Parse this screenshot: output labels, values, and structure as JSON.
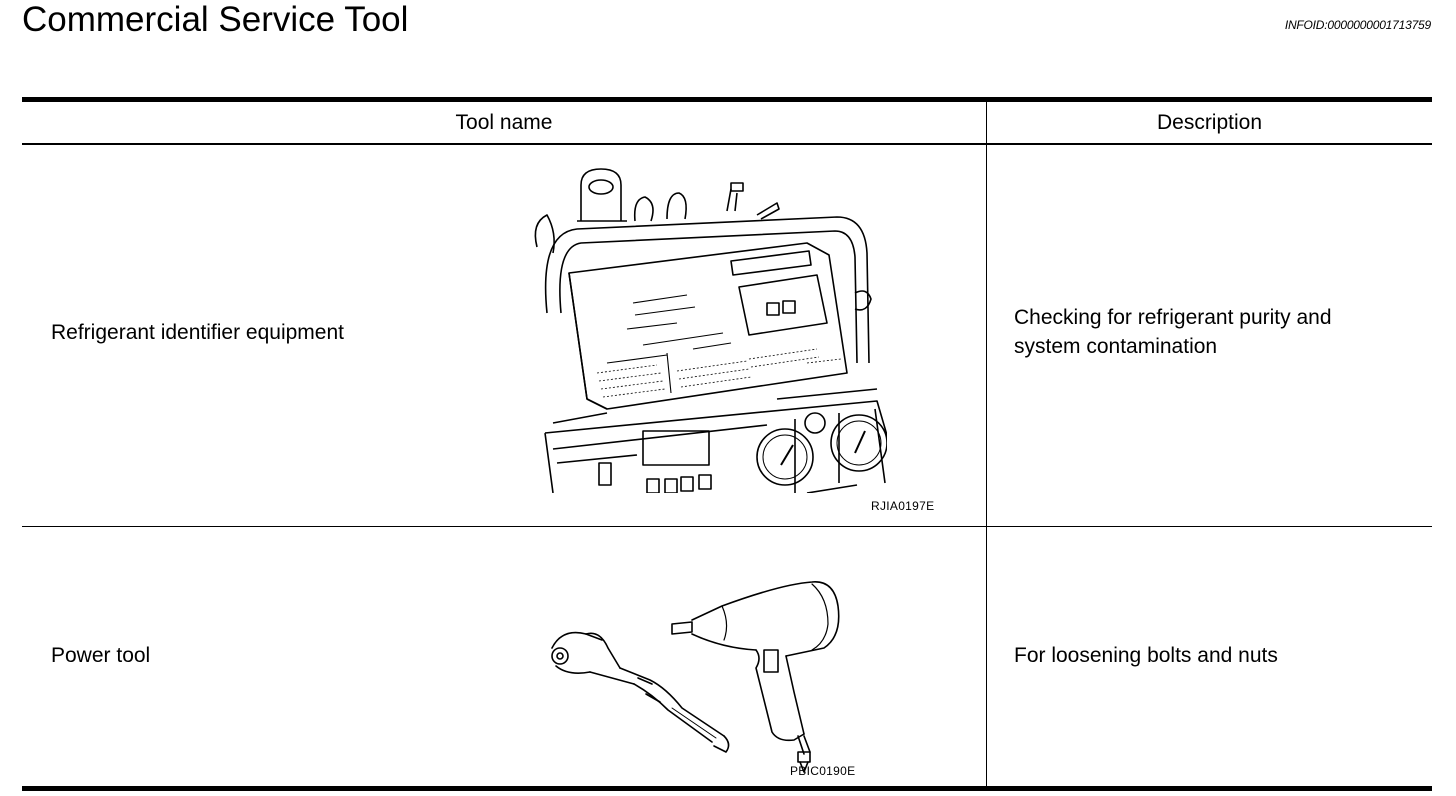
{
  "page": {
    "title": "Commercial Service Tool",
    "info_id": "INFOID:0000000001713759"
  },
  "table": {
    "headers": [
      "Tool name",
      "Description"
    ],
    "rows": [
      {
        "tool_name": "Refrigerant identifier equipment",
        "description_lines": [
          "Checking for refrigerant purity and",
          "system contamination"
        ],
        "figure_code": "RJIA0197E",
        "figure_icon": "refrigerant-identifier-illustration"
      },
      {
        "tool_name": "Power tool",
        "description_lines": [
          "For loosening bolts and nuts"
        ],
        "figure_code": "PBIC0190E",
        "figure_icon": "power-tool-illustration"
      }
    ]
  }
}
